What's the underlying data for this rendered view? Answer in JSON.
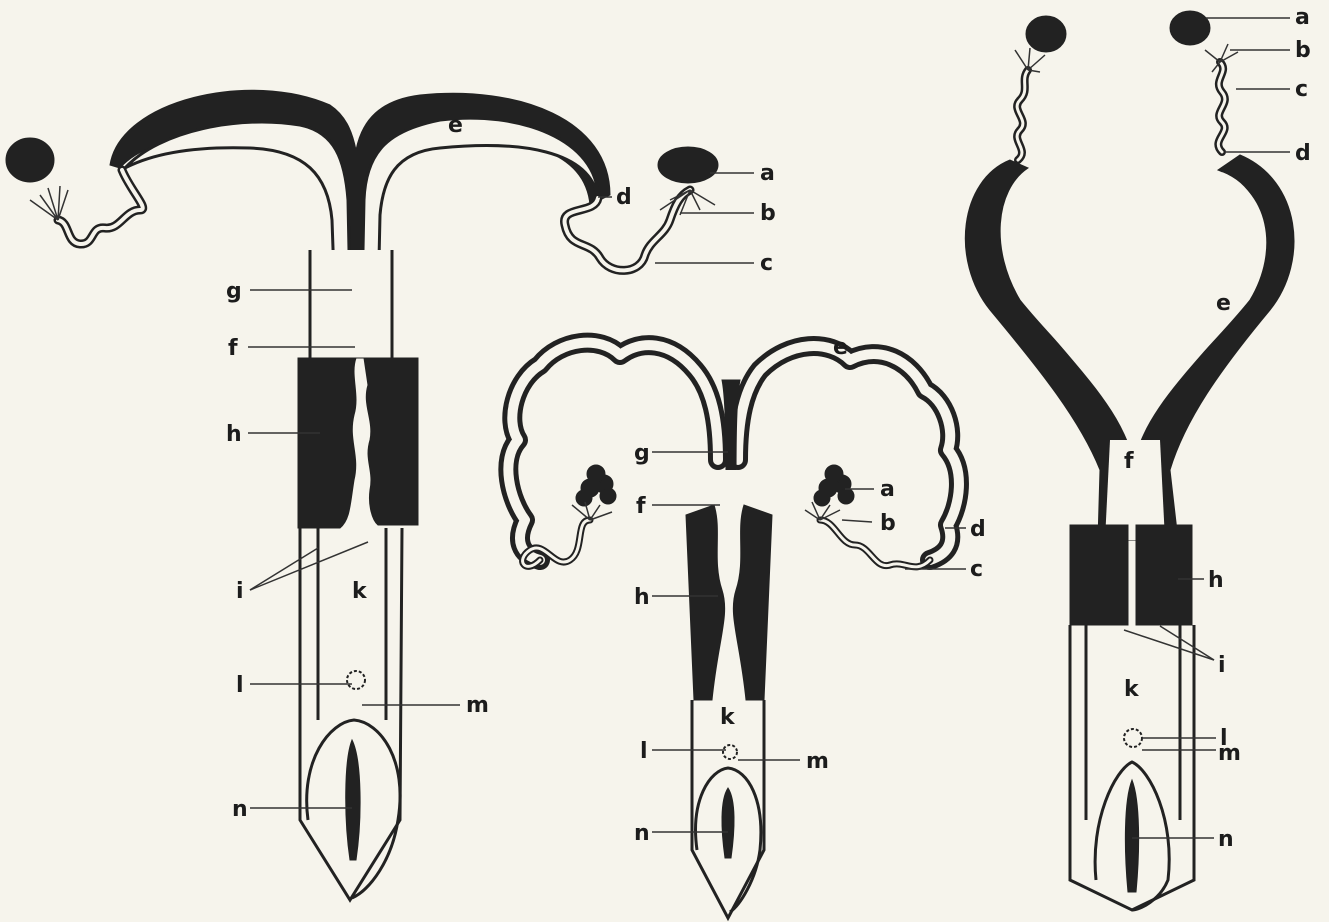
{
  "labels": {
    "a": "a",
    "b": "b",
    "c": "c",
    "d": "d",
    "e": "e",
    "f": "f",
    "g": "g",
    "h": "h",
    "i": "i",
    "k": "k",
    "l": "l",
    "m": "m",
    "n": "n"
  }
}
